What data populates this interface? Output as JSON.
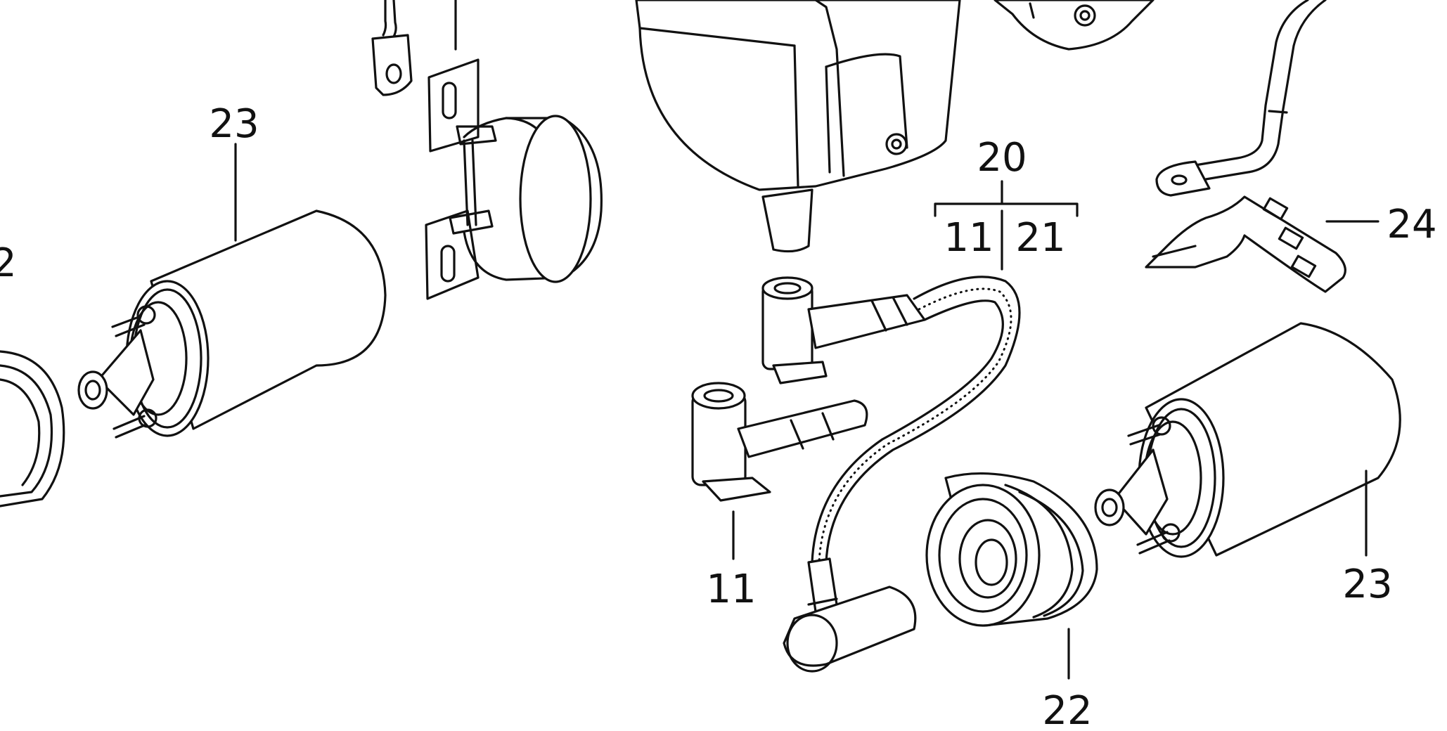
{
  "callouts": {
    "label_20": "20",
    "label_11_bracket": "11",
    "label_21": "21",
    "label_11": "11",
    "label_22": "22",
    "label_23_left": "23",
    "label_23_right": "23",
    "label_24": "24",
    "label_cut": "2"
  },
  "colors": {
    "line": "#111111",
    "background": "#ffffff"
  }
}
